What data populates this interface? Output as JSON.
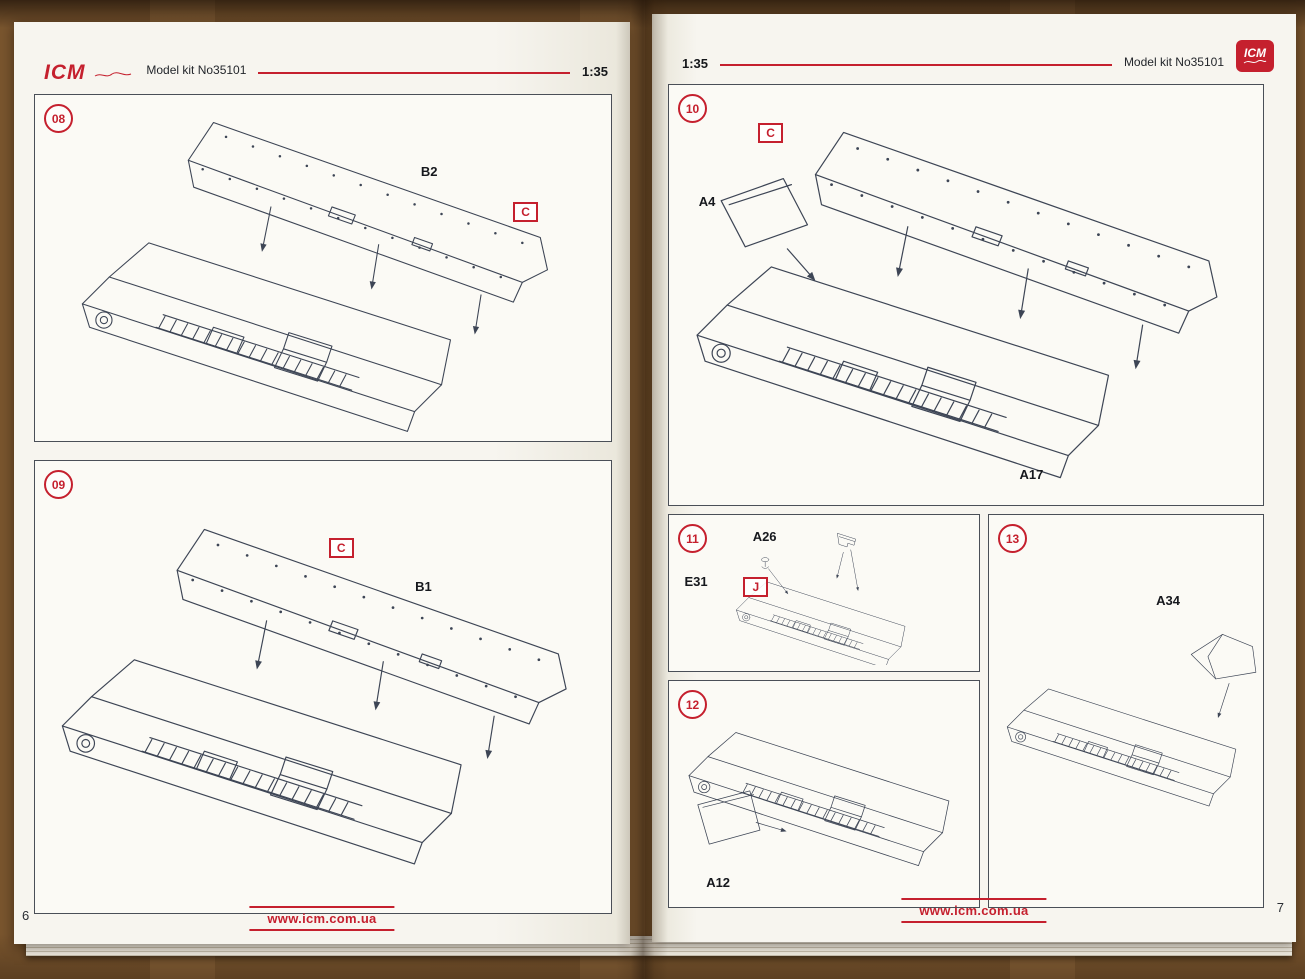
{
  "brand": {
    "logo_text": "ICM"
  },
  "header": {
    "kit_label": "Model kit No35101",
    "scale_label": "1:35"
  },
  "footer": {
    "url": "www.icm.com.ua",
    "left_page_number": "6",
    "right_page_number": "7"
  },
  "colors": {
    "accent_red": "#c5202e",
    "line_art": "#3d4555"
  },
  "steps": {
    "s08": {
      "num": "08",
      "part_b2": "B2",
      "callout_c": "C"
    },
    "s09": {
      "num": "09",
      "callout_c": "C",
      "part_b1": "B1"
    },
    "s10": {
      "num": "10",
      "callout_c": "C",
      "part_a4": "A4",
      "part_a17": "A17"
    },
    "s11": {
      "num": "11",
      "part_a26": "A26",
      "part_e31": "E31",
      "callout_j": "J"
    },
    "s12": {
      "num": "12",
      "part_a12": "A12"
    },
    "s13": {
      "num": "13",
      "part_a34": "A34"
    }
  }
}
